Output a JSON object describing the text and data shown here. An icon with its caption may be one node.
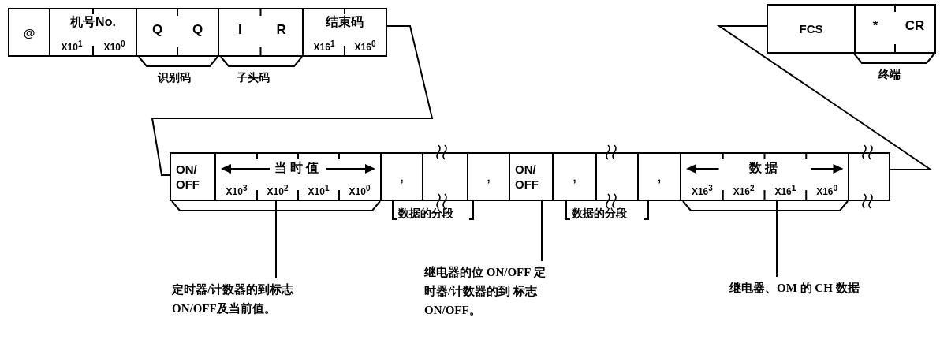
{
  "diagram": {
    "nodes": [
      {
        "text": [
          "@"
        ]
      },
      {
        "text": [
          "机号No.",
          "X10$^{1}$",
          "X10$^{0}$"
        ]
      },
      {
        "text": [
          "Q",
          "Q"
        ]
      },
      {
        "text": [
          "I",
          "R"
        ]
      },
      {
        "text": [
          "结束码",
          "X16$^{1}$",
          "X16$^{0}$"
        ]
      },
      {
        "text": [
          "FCS"
        ]
      },
      {
        "text": [
          "*",
          "CR"
        ]
      },
      {
        "text": [
          "ON/ OFF"
        ]
      },
      {
        "text": [
          "当时值",
          "X10$^{3}$",
          "X10$^{2}$",
          "X10$^{1}$",
          "X10$^{0}$"
        ]
      },
      {
        "text": [
          ","
        ]
      },
      {
        "text": [],
        "shape": "box"
      },
      {
        "text": [
          ","
        ]
      },
      {
        "text": [
          "ON/ OFF"
        ]
      },
      {
        "text": [
          ","
        ]
      },
      {
        "text": [],
        "shape": "box"
      },
      {
        "text": [
          ","
        ]
      },
      {
        "text": [
          "数据",
          "X16$^{3}$",
          "X16$^{2}$",
          "X16$^{1}$",
          "X16$^{0}$"
        ]
      },
      {
        "text": [],
        "shape": "box"
      },
      {
        "text": [
          "定时器/计数器的到标志 ON/OFF及当前值。"
        ]
      },
      {
        "text": [
          "继电器的位 ON/OFF 定时器/计数器的到 标志 ON/OFF。"
        ]
      },
      {
        "text": [
          "继电器、OM 的 CH 数据"
        ]
      }
    ],
    "edges": [
      {
        "from": 4,
        "to": 7,
        "arrow": "none"
      },
      {
        "from": 17,
        "to": 5,
        "arrow": "none"
      },
      {
        "from": 18,
        "to": 8,
        "arrow": "none"
      },
      {
        "from": 19,
        "to": 12,
        "arrow": "none"
      },
      {
        "from": 20,
        "to": 16,
        "arrow": "none"
      }
    ],
    "labels": [
      "识别码",
      "子头码",
      "终端",
      "数据的分段",
      "数据的分段"
    ]
  }
}
